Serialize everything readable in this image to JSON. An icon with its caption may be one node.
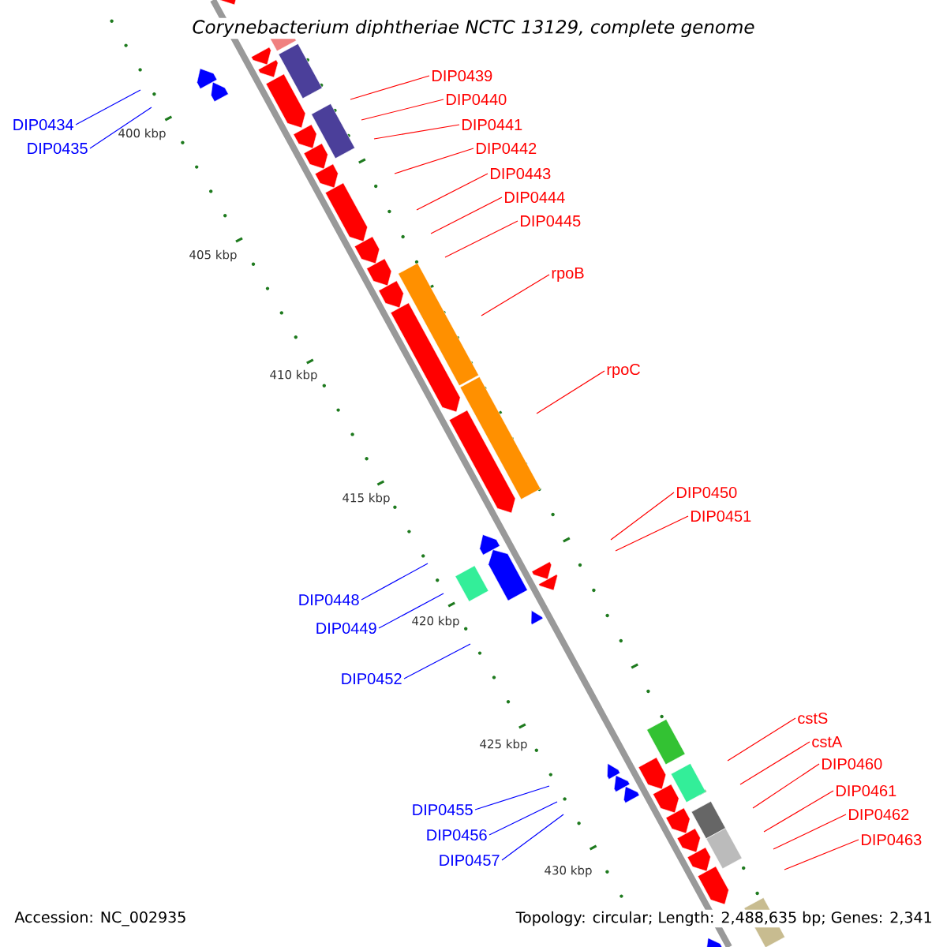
{
  "diagram": {
    "title": "Corynebacterium diphtheriae NCTC 13129, complete genome",
    "nodes": [
      {
        "text": [
          "DIP0434"
        ]
      },
      {
        "text": [
          "DIP0435"
        ]
      },
      {
        "text": [
          "DIP0439"
        ]
      },
      {
        "text": [
          "DIP0440"
        ]
      },
      {
        "text": [
          "DIP0441"
        ]
      },
      {
        "text": [
          "DIP0442"
        ]
      },
      {
        "text": [
          "DIP0443"
        ]
      },
      {
        "text": [
          "DIP0444"
        ]
      },
      {
        "text": [
          "DIP0445"
        ]
      },
      {
        "text": [
          "rpoB"
        ]
      },
      {
        "text": [
          "rpoC"
        ]
      },
      {
        "text": [
          "DIP0450"
        ]
      },
      {
        "text": [
          "DIP0451"
        ]
      },
      {
        "text": [
          "DIP0448"
        ]
      },
      {
        "text": [
          "DIP0449"
        ]
      },
      {
        "text": [
          "DIP0452"
        ]
      },
      {
        "text": [
          "cstS"
        ]
      },
      {
        "text": [
          "cstA"
        ]
      },
      {
        "text": [
          "DIP0460"
        ]
      },
      {
        "text": [
          "DIP0461"
        ]
      },
      {
        "text": [
          "DIP0462"
        ]
      },
      {
        "text": [
          "DIP0463"
        ]
      },
      {
        "text": [
          "DIP0455"
        ]
      },
      {
        "text": [
          "DIP0456"
        ]
      },
      {
        "text": [
          "DIP0457"
        ]
      }
    ],
    "edges": [
      {
        "from": 0,
        "to": null,
        "arrow": "none",
        "color": "#0000ff"
      },
      {
        "from": 1,
        "to": null,
        "arrow": "none",
        "color": "#0000ff"
      },
      {
        "from": 2,
        "to": null,
        "arrow": "none"
      },
      {
        "from": 3,
        "to": null,
        "arrow": "none"
      },
      {
        "from": 4,
        "to": null,
        "arrow": "none"
      },
      {
        "from": 5,
        "to": null,
        "arrow": "none"
      },
      {
        "from": 6,
        "to": null,
        "arrow": "none"
      },
      {
        "from": 7,
        "to": null,
        "arrow": "none"
      },
      {
        "from": 8,
        "to": null,
        "arrow": "none"
      },
      {
        "from": 9,
        "to": null,
        "arrow": "none"
      },
      {
        "from": 10,
        "to": null,
        "arrow": "none"
      },
      {
        "from": 11,
        "to": null,
        "arrow": "none"
      },
      {
        "from": 12,
        "to": null,
        "arrow": "none"
      },
      {
        "from": 13,
        "to": null,
        "arrow": "none",
        "color": "#0000ff"
      },
      {
        "from": 14,
        "to": null,
        "arrow": "none",
        "color": "#0000ff"
      },
      {
        "from": 15,
        "to": null,
        "arrow": "none",
        "color": "#0000ff"
      },
      {
        "from": 16,
        "to": null,
        "arrow": "none"
      },
      {
        "from": 17,
        "to": null,
        "arrow": "none"
      },
      {
        "from": 18,
        "to": null,
        "arrow": "none"
      },
      {
        "from": 19,
        "to": null,
        "arrow": "none"
      },
      {
        "from": 20,
        "to": null,
        "arrow": "none"
      },
      {
        "from": 21,
        "to": null,
        "arrow": "none"
      },
      {
        "from": 22,
        "to": null,
        "arrow": "none",
        "color": "#0000ff"
      },
      {
        "from": 23,
        "to": null,
        "arrow": "none",
        "color": "#0000ff"
      },
      {
        "from": 24,
        "to": null,
        "arrow": "none",
        "color": "#0000ff"
      }
    ],
    "labels": [
      "400 kbp",
      "405 kbp",
      "410 kbp",
      "415 kbp",
      "420 kbp",
      "425 kbp",
      "430 kbp",
      "Accession: NC_002935",
      "Topology: circular; Length: 2,488,635 bp; Genes: 2,341"
    ]
  }
}
